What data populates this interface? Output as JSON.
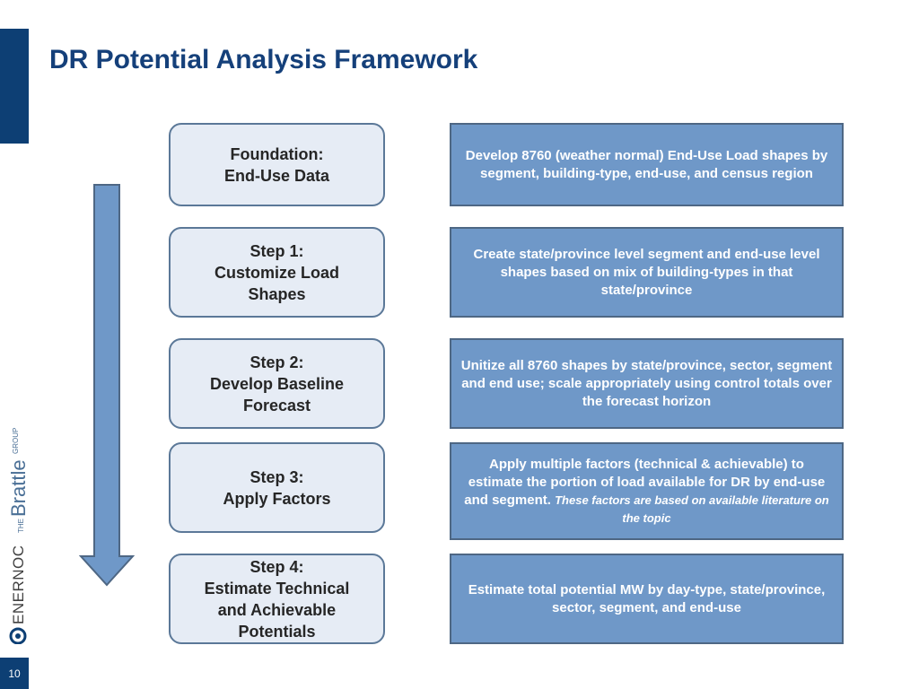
{
  "header": {
    "title": "DR Potential Analysis Framework"
  },
  "page_number": "10",
  "logos": {
    "brattle_the": "THE",
    "brattle_name": "Brattle",
    "brattle_group": "GROUP",
    "enernoc": "ENERNOC"
  },
  "steps": [
    {
      "line1": "Foundation:",
      "line2": "End-Use Data",
      "line3": "",
      "line4": ""
    },
    {
      "line1": "Step 1:",
      "line2": "Customize Load",
      "line3": "Shapes",
      "line4": ""
    },
    {
      "line1": "Step 2:",
      "line2": "Develop Baseline",
      "line3": "Forecast",
      "line4": ""
    },
    {
      "line1": "Step 3:",
      "line2": "Apply Factors",
      "line3": "",
      "line4": ""
    },
    {
      "line1": "Step 4:",
      "line2": "Estimate Technical",
      "line3": "and Achievable",
      "line4": "Potentials"
    }
  ],
  "descriptions": [
    {
      "text": "Develop 8760 (weather normal) End-Use Load shapes by segment, building-type, end-use, and census region",
      "note": ""
    },
    {
      "text": "Create state/province level  segment and end-use level shapes based on mix of building-types in that state/province",
      "note": ""
    },
    {
      "text": "Unitize  all 8760 shapes by state/province, sector, segment and end use; scale appropriately using control totals over the forecast horizon",
      "note": ""
    },
    {
      "text": "Apply multiple factors (technical & achievable) to estimate the portion of load available for DR by end-use and segment.",
      "note": "These factors are based on available literature on the topic"
    },
    {
      "text": "Estimate total potential MW by day-type, state/province, sector, segment, and end-use",
      "note": ""
    }
  ],
  "colors": {
    "navy": "#0d3f74",
    "title": "#15407a",
    "step_fill": "#e6ecf5",
    "desc_fill": "#6f98c8",
    "arrow": "#6f98c8"
  }
}
